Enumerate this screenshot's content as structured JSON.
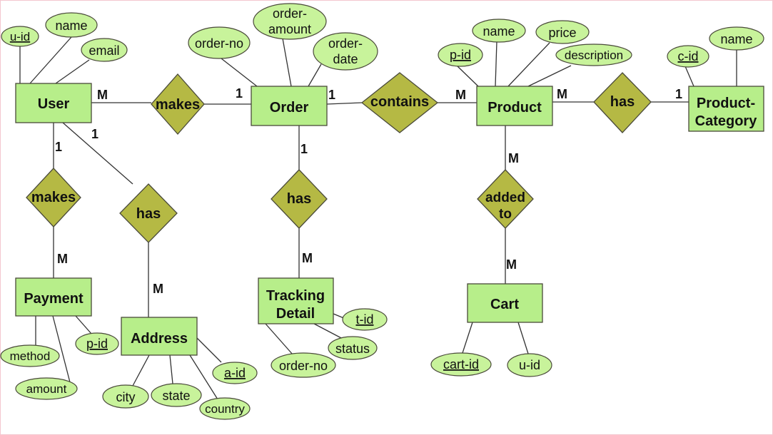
{
  "colors": {
    "entity_fill": "#b7ee8a",
    "attribute_fill": "#c8f39b",
    "relationship_fill": "#b5b944",
    "stroke": "#4a4a3a",
    "line": "#333333",
    "border": "#f4c7cf"
  },
  "entities": {
    "user": "User",
    "order": "Order",
    "product": "Product",
    "category_line1": "Product-",
    "category_line2": "Category",
    "payment": "Payment",
    "address": "Address",
    "tracking_line1": "Tracking",
    "tracking_line2": "Detail",
    "cart": "Cart"
  },
  "relationships": {
    "user_order": "makes",
    "order_product": "contains",
    "product_category": "has",
    "user_payment": "makes",
    "user_address": "has",
    "order_tracking": "has",
    "cart_line1": "added",
    "cart_line2": "to"
  },
  "attributes": {
    "user_uid": "u-id",
    "user_name": "name",
    "user_email": "email",
    "order_no": "order-no",
    "order_amount_line1": "order-",
    "order_amount_line2": "amount",
    "order_date_line1": "order-",
    "order_date_line2": "date",
    "product_pid": "p-id",
    "product_name": "name",
    "product_price": "price",
    "product_description": "description",
    "category_cid": "c-id",
    "category_name": "name",
    "payment_method": "method",
    "payment_amount": "amount",
    "payment_pid": "p-id",
    "address_city": "city",
    "address_state": "state",
    "address_country": "country",
    "address_aid": "a-id",
    "tracking_orderno": "order-no",
    "tracking_status": "status",
    "tracking_tid": "t-id",
    "cart_cartid": "cart-id",
    "cart_uid": "u-id"
  },
  "cardinalities": {
    "user_makes_order_user": "M",
    "user_makes_order_order": "1",
    "order_contains_order": "1",
    "order_contains_product": "M",
    "product_has_product": "M",
    "product_has_category": "1",
    "user_payment_user": "1",
    "user_payment_payment": "M",
    "user_address_user": "1",
    "user_address_address": "M",
    "order_tracking_order": "1",
    "order_tracking_tracking": "M",
    "product_cart_product": "M",
    "product_cart_cart": "M"
  }
}
